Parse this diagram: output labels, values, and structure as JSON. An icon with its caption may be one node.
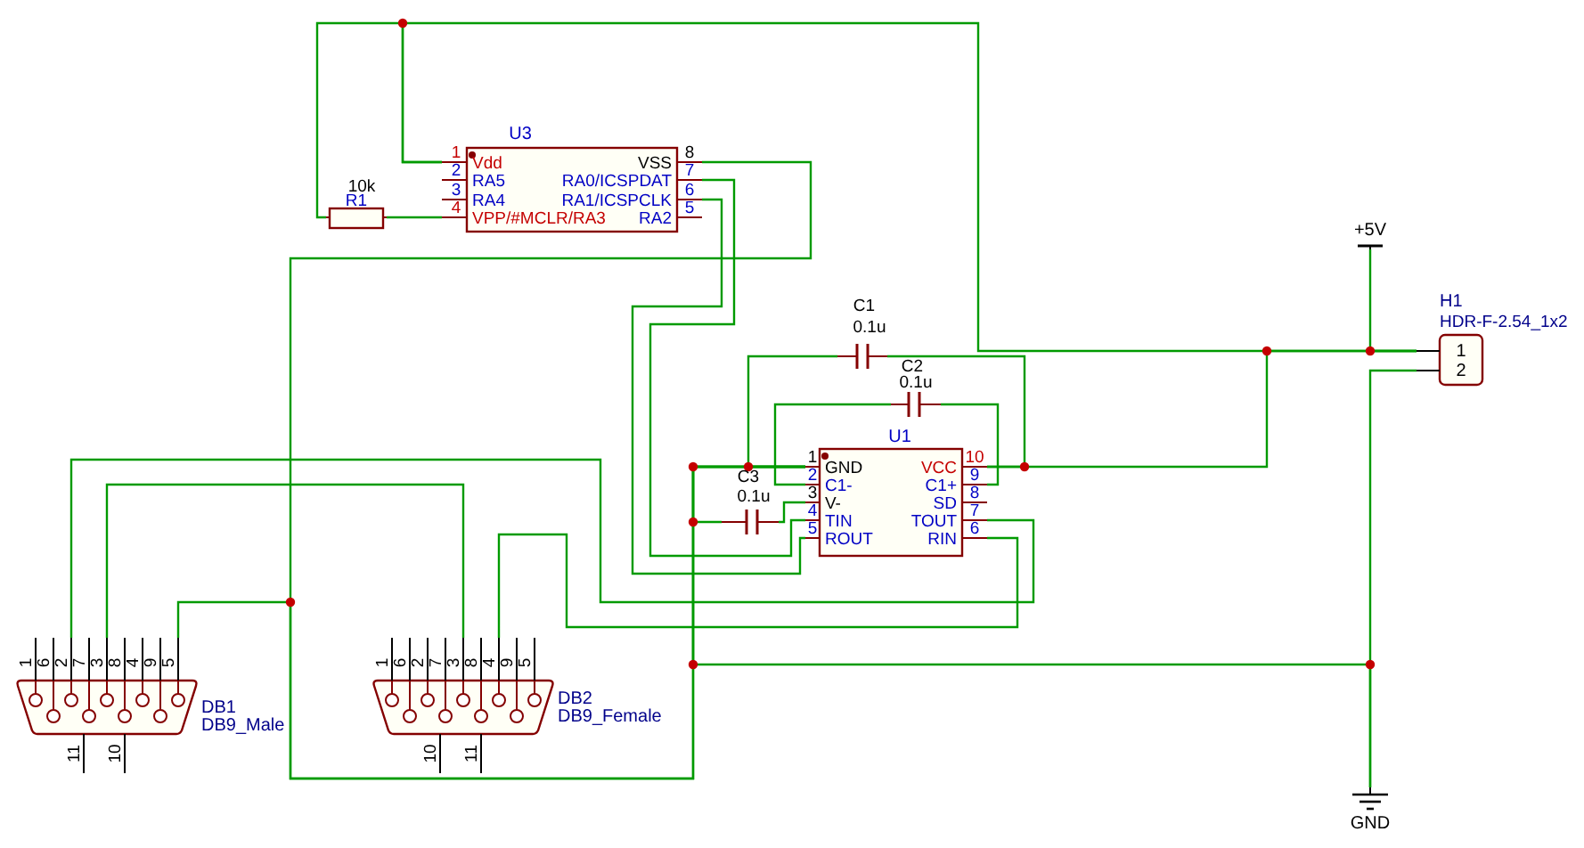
{
  "diagram": {
    "nodes": [
      {
        "text": [
          "U3",
          "1",
          "Vdd",
          "2",
          "RA5",
          "3",
          "RA4",
          "4",
          "VPP/#MCLR/RA3",
          "8",
          "VSS",
          "7",
          "RA0/ICSPDAT",
          "6",
          "RA1/ICSPCLK",
          "5",
          "RA2"
        ]
      },
      {
        "text": [
          "10k",
          "R1"
        ]
      },
      {
        "text": [
          "C1",
          "0.1u"
        ]
      },
      {
        "text": [
          "C2",
          "0.1u"
        ]
      },
      {
        "text": [
          "C3",
          "0.1u"
        ]
      },
      {
        "text": [
          "U1",
          "1",
          "GND",
          "2",
          "C1-",
          "3",
          "V-",
          "4",
          "TIN",
          "5",
          "ROUT",
          "10",
          "VCC",
          "9",
          "C1+",
          "8",
          "SD",
          "7",
          "TOUT",
          "6",
          "RIN"
        ]
      },
      {
        "text": [
          "DB1",
          "DB9_Male",
          "1",
          "6",
          "2",
          "7",
          "3",
          "8",
          "4",
          "9",
          "5",
          "11",
          "10"
        ]
      },
      {
        "text": [
          "DB2",
          "DB9_Female",
          "1",
          "6",
          "2",
          "7",
          "3",
          "8",
          "4",
          "9",
          "5",
          "10",
          "11"
        ]
      },
      {
        "text": [
          "H1",
          "HDR-F-2.54_1x2",
          "1",
          "2"
        ]
      },
      {
        "text": [
          "+5V"
        ]
      },
      {
        "text": [
          "GND"
        ]
      }
    ],
    "edges": [
      {
        "from": 0,
        "to": 1,
        "arrow": "none"
      },
      {
        "from": 1,
        "to": 0,
        "arrow": "none"
      },
      {
        "from": 0,
        "to": 8,
        "arrow": "none"
      },
      {
        "from": 9,
        "to": 8,
        "arrow": "none"
      },
      {
        "from": 5,
        "to": 8,
        "arrow": "none"
      },
      {
        "from": 0,
        "to": 5,
        "arrow": "none"
      },
      {
        "from": 8,
        "to": 10,
        "arrow": "none"
      },
      {
        "from": 5,
        "to": 10,
        "arrow": "none"
      },
      {
        "from": 4,
        "to": 5,
        "arrow": "none"
      },
      {
        "from": 4,
        "to": 5,
        "arrow": "none"
      },
      {
        "from": 2,
        "to": 5,
        "arrow": "none"
      },
      {
        "from": 2,
        "to": 5,
        "arrow": "none"
      },
      {
        "from": 3,
        "to": 5,
        "arrow": "none"
      },
      {
        "from": 3,
        "to": 5,
        "arrow": "none"
      },
      {
        "from": 0,
        "to": 5,
        "arrow": "none"
      },
      {
        "from": 0,
        "to": 5,
        "arrow": "none"
      },
      {
        "from": 6,
        "to": 5,
        "arrow": "none"
      },
      {
        "from": 6,
        "to": 5,
        "arrow": "none"
      },
      {
        "from": 6,
        "to": 7,
        "arrow": "none"
      },
      {
        "from": 7,
        "to": 5,
        "arrow": "none"
      }
    ]
  }
}
